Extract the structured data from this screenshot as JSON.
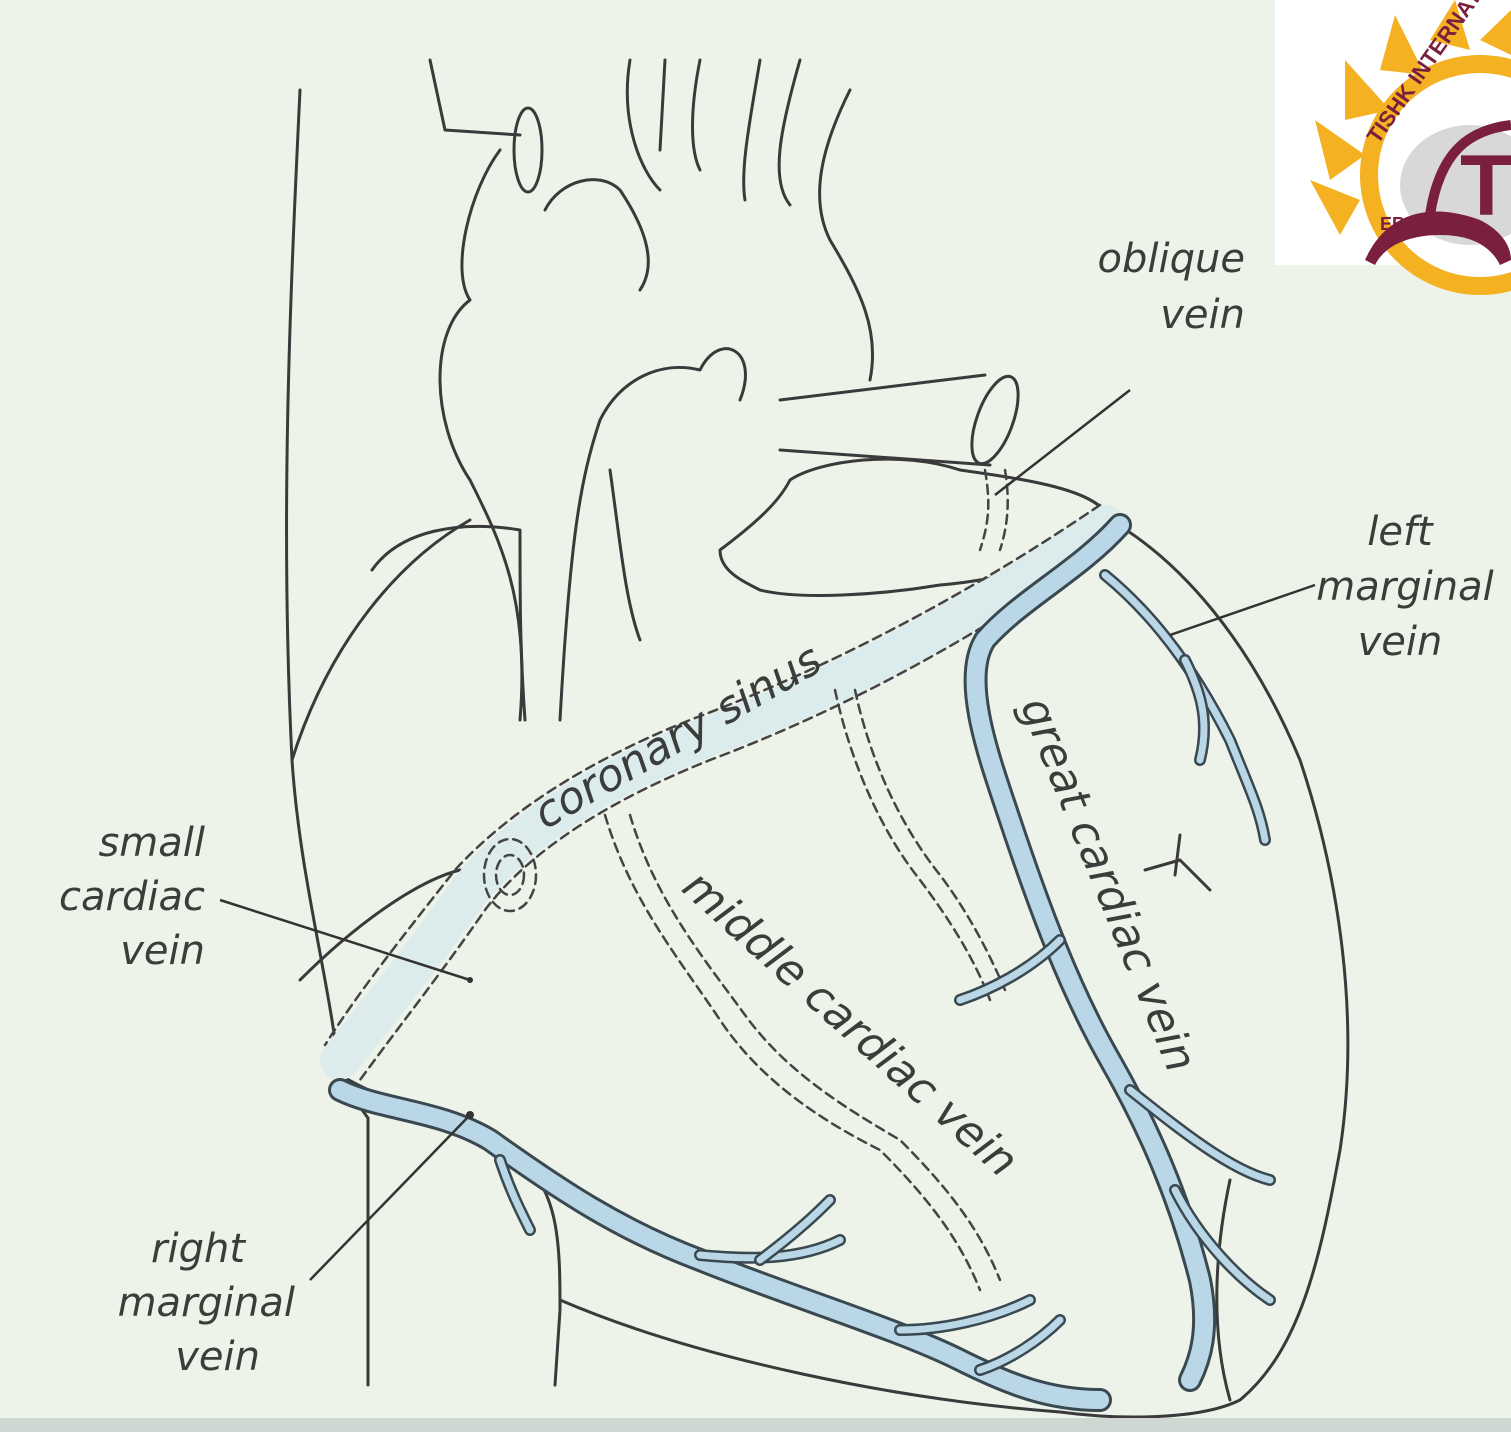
{
  "logo": {
    "text_top": "TISHK INTERNATIONAL",
    "text_city": "ERBIL",
    "monogram": "TI",
    "colors": {
      "sun": "#f4b223",
      "maroon": "#7a1f3d",
      "map": "#d8d8d8"
    }
  },
  "labels": {
    "oblique_line1": "oblique",
    "oblique_line2": "vein",
    "left_marginal_line1": "left",
    "left_marginal_line2": "marginal",
    "left_marginal_line3": "vein",
    "coronary_sinus": "coronary sinus",
    "great_cardiac_vein": "great cardiac vein",
    "middle_cardiac_vein": "middle cardiac vein",
    "small_cardiac_line1": "small",
    "small_cardiac_line2": "cardiac",
    "small_cardiac_line3": "vein",
    "right_marginal_line1": "right",
    "right_marginal_line2": "marginal",
    "right_marginal_line3": "vein"
  },
  "colors": {
    "background": "#eef3ea",
    "vein_fill": "#b9d7e6",
    "outline": "#3a3a3a"
  }
}
